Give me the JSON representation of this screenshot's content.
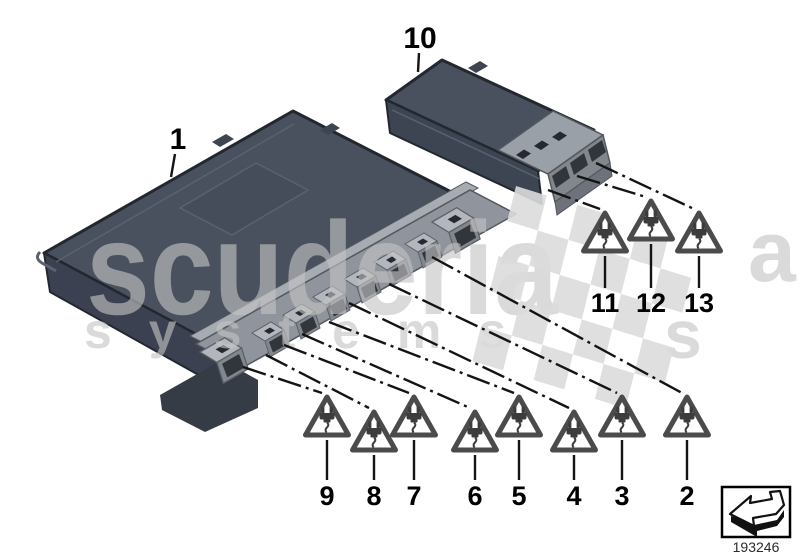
{
  "callouts": {
    "module1": {
      "label": "1"
    },
    "module10": {
      "label": "10"
    },
    "bottom_row": [
      {
        "label": "9"
      },
      {
        "label": "8"
      },
      {
        "label": "7"
      },
      {
        "label": "6"
      },
      {
        "label": "5"
      },
      {
        "label": "4"
      },
      {
        "label": "3"
      },
      {
        "label": "2"
      }
    ],
    "top_row": [
      {
        "label": "11"
      },
      {
        "label": "12"
      },
      {
        "label": "13"
      }
    ]
  },
  "watermark": {
    "brand": "scuderia",
    "word": "systems",
    "tile_s": "s",
    "tile_a": "a"
  },
  "footer": {
    "part_number": "193246"
  },
  "icons": {
    "triangle": "plug-warning-icon",
    "footer_logo": "back-arrow-icon"
  },
  "colors": {
    "module_top": "#49505e",
    "module_side": "#3b4150",
    "connector_gray": "#b3b7bd",
    "leader_line": "#141414",
    "triangle_stroke": "#4b4b4b",
    "watermark_gray": "#c4c4c4",
    "check_gray": "#dcdcdc"
  }
}
